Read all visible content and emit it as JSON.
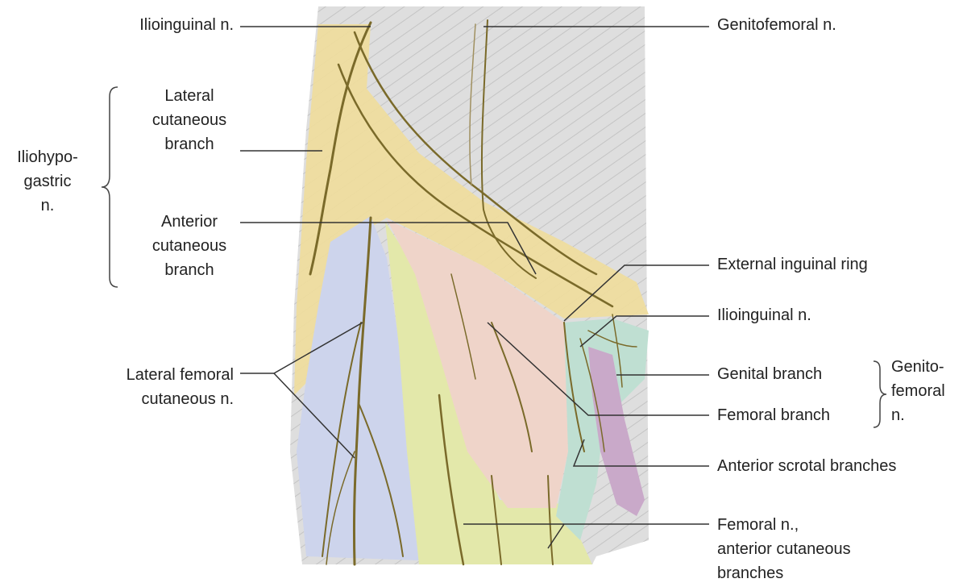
{
  "labels": {
    "ilioinguinal_top": "Ilioinguinal n.",
    "genitofemoral_top": "Genitofemoral n.",
    "lateral_cutaneous": [
      "Lateral",
      "cutaneous",
      "branch"
    ],
    "iliohypogastric": [
      "Iliohypo-",
      "gastric",
      "n."
    ],
    "anterior_cutaneous": [
      "Anterior",
      "cutaneous",
      "branch"
    ],
    "external_inguinal_ring": "External inguinal ring",
    "ilioinguinal_right": "Ilioinguinal n.",
    "genital_branch": "Genital branch",
    "femoral_branch": "Femoral branch",
    "genitofemoral_group": [
      "Genito-",
      "femoral",
      "n."
    ],
    "lateral_femoral": [
      "Lateral femoral",
      "cutaneous n."
    ],
    "anterior_scrotal": "Anterior scrotal branches",
    "femoral_anterior": [
      "Femoral n.,",
      "anterior cutaneous",
      "branches"
    ]
  },
  "colors": {
    "muscle": "#dcdcdc",
    "iliohypogastric_zone": "#eedc9e",
    "lateral_femoral_zone": "#cdd4ec",
    "femoral_zone": "#e3e8aa",
    "ilioinguinal_zone": "#efd4c9",
    "genital_zone": "#bfdfd2",
    "scrotal_zone": "#c9a9c9",
    "nerve": "#7a6a2a",
    "leader": "#333333"
  }
}
